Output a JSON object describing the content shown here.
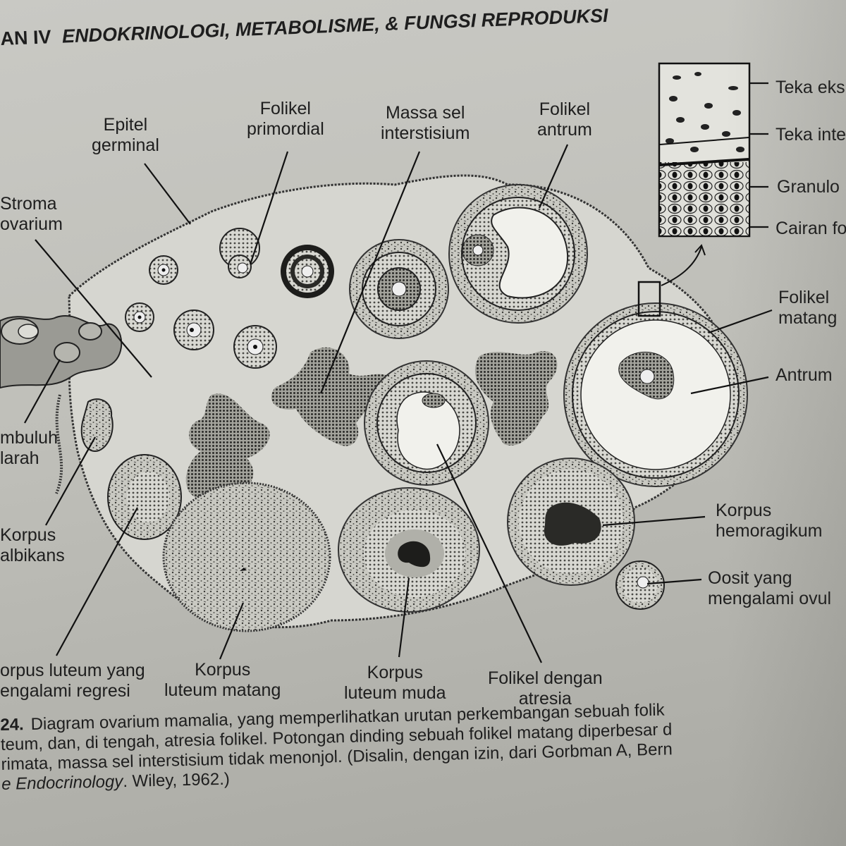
{
  "header": {
    "section_prefix": "AN IV",
    "title": "ENDOKRINOLOGI, METABOLISME, & FUNGSI REPRODUKSI"
  },
  "labels": {
    "epitel_germinal": [
      "Epitel",
      "germinal"
    ],
    "folikel_primordial": [
      "Folikel",
      "primordial"
    ],
    "massa_sel": [
      "Massa sel",
      "interstisium"
    ],
    "folikel_antrum": [
      "Folikel",
      "antrum"
    ],
    "stroma": [
      "Stroma",
      "ovarium"
    ],
    "pembuluh": [
      "mbuluh",
      "larah"
    ],
    "korpus_albikans": [
      "Korpus",
      "albikans"
    ],
    "teka_eks": "Teka eks",
    "teka_int": "Teka inte",
    "granulosa": "Granulo",
    "cairan": "Cairan fo",
    "folikel_matang": [
      "Folikel",
      "matang"
    ],
    "antrum": "Antrum",
    "korpus_hemoragikum": [
      "Korpus",
      "hemoragikum"
    ],
    "oosit": [
      "Oosit yang",
      "mengalami ovul"
    ],
    "korpus_luteum_regresi": [
      "orpus luteum yang",
      "engalami regresi"
    ],
    "korpus_luteum_matang": [
      "Korpus",
      "luteum matang"
    ],
    "korpus_luteum_muda": [
      "Korpus",
      "luteum muda"
    ],
    "folikel_atresia": [
      "Folikel dengan",
      "atresia"
    ]
  },
  "caption": {
    "fig_number": "24.",
    "lines": [
      "Diagram ovarium mamalia, yang memperlihatkan urutan perkembangan sebuah folik",
      "teum, dan, di tengah, atresia folikel. Potongan dinding sebuah folikel matang diperbesar d",
      "rimata, massa sel interstisium tidak menonjol. (Disalin, dengan izin, dari Gorbman A, Bern"
    ],
    "last_line_italic": "e Endocrinology",
    "last_line_rest": ". Wiley, 1962.)"
  }
}
